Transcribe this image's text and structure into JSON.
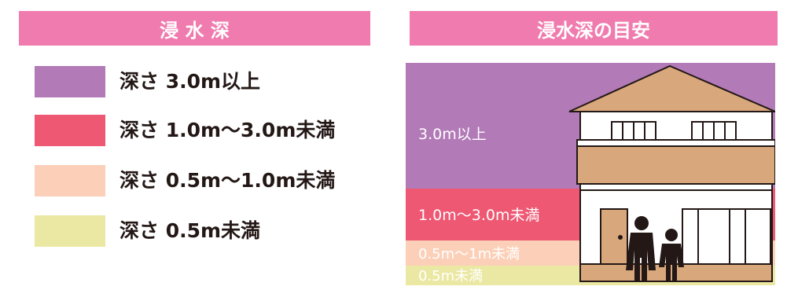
{
  "colors": {
    "header": "#f07bae",
    "level_4": "#b27ab7",
    "level_3": "#ee5873",
    "level_2": "#fcd0b8",
    "level_1": "#ebe8a3",
    "house_brown": "#d9a77c",
    "outline": "#231815"
  },
  "legend": {
    "title": "浸 水 深",
    "items": [
      {
        "label": "深さ 3.0m以上",
        "color": "#b27ab7"
      },
      {
        "label": "深さ 1.0m～3.0m未満",
        "color": "#ee5873"
      },
      {
        "label": "深さ 0.5m～1.0m未満",
        "color": "#fcd0b8"
      },
      {
        "label": "深さ 0.5m未満",
        "color": "#ebe8a3"
      }
    ]
  },
  "guide": {
    "title": "浸水深の目安",
    "bands": [
      {
        "label": "3.0m以上",
        "color": "#b27ab7"
      },
      {
        "label": "1.0m～3.0m未満",
        "color": "#ee5873"
      },
      {
        "label": "0.5m～1m未満",
        "color": "#fcd0b8"
      },
      {
        "label": "0.5m未満",
        "color": "#ebe8a3"
      }
    ],
    "icons": [
      "house-icon",
      "adult-person-icon",
      "child-person-icon"
    ]
  }
}
